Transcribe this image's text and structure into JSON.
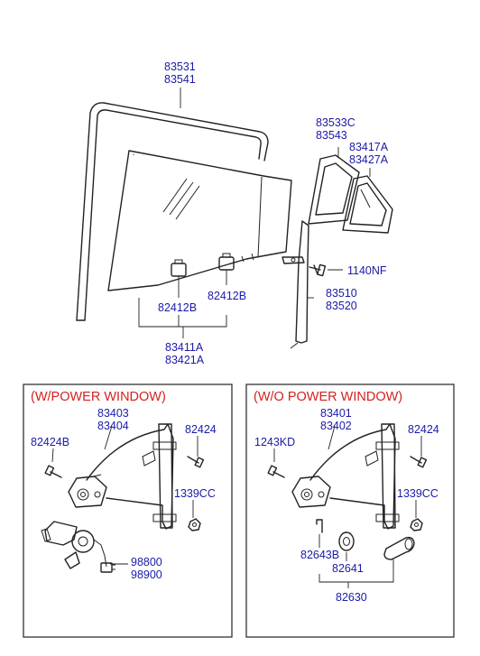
{
  "upper": {
    "glass_run_pn": [
      "83531",
      "83541"
    ],
    "quarter_seal_pn": [
      "83533C",
      "83543"
    ],
    "quarter_glass_pn": [
      "83417A",
      "83427A"
    ],
    "bolt_pn": "1140NF",
    "channel_pn": [
      "83510",
      "83520"
    ],
    "clip_left_pn": "82412B",
    "clip_right_pn": "82412B",
    "glass_pn": [
      "83411A",
      "83421A"
    ]
  },
  "left_box": {
    "title": "(W/POWER WINDOW)",
    "regulator_pn": [
      "83403",
      "83404"
    ],
    "bolt_left_pn": "82424B",
    "bolt_right_pn": "82424",
    "nut_pn": "1339CC",
    "motor_pn": [
      "98800",
      "98900"
    ]
  },
  "right_box": {
    "title": "(W/O POWER WINDOW)",
    "regulator_pn": [
      "83401",
      "83402"
    ],
    "bolt_left_pn": "1243KD",
    "bolt_right_pn": "82424",
    "nut_pn": "1339CC",
    "clip_pn": "82643B",
    "escutcheon_pn": "82641",
    "handle_pn": "82630"
  }
}
